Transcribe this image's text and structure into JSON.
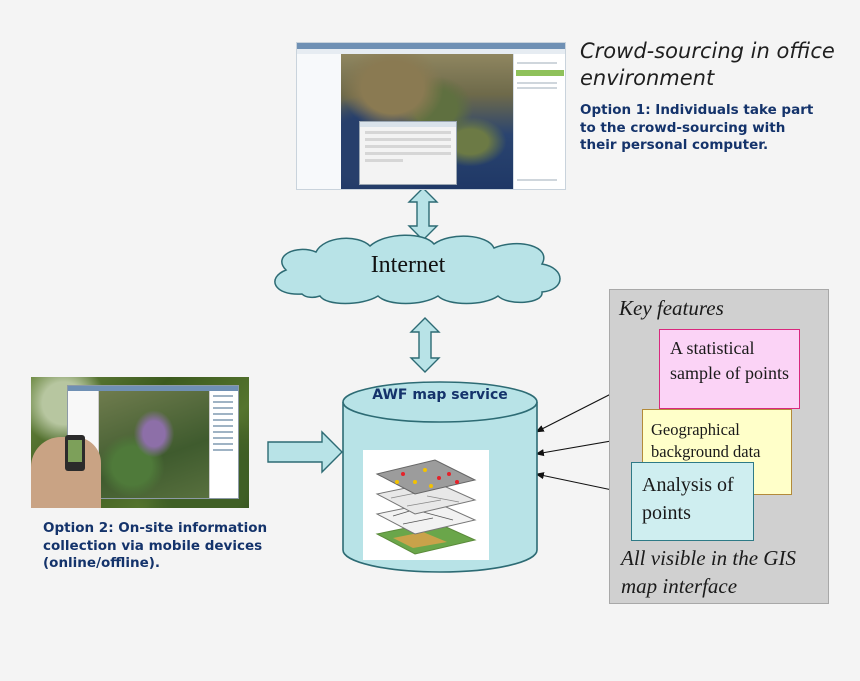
{
  "office": {
    "title": "Crowd-sourcing in office environment",
    "option1": "Option 1: Individuals take part to the crowd-sourcing with their personal computer."
  },
  "mobile": {
    "option2": "Option 2: On-site information collection via mobile devices (online/offline)."
  },
  "cloud": {
    "label": "Internet"
  },
  "service": {
    "label": "AWF map service"
  },
  "key_features": {
    "title": "Key features",
    "items": [
      "A statistical sample of points",
      "Geographical background data",
      "Analysis of points"
    ],
    "footer": "All visible in the GIS map interface"
  },
  "colors": {
    "background": "#f4f4f4",
    "cloud_fill": "#b8e3e7",
    "arrow_fill": "#b8e3e7",
    "cylinder_fill": "#b8e3e7",
    "label_blue": "#14336b",
    "panel_gray": "#d0d0d0",
    "stat_box": "#fbd3f6",
    "geo_box": "#ffffc9",
    "analysis_box": "#cfeef0"
  }
}
